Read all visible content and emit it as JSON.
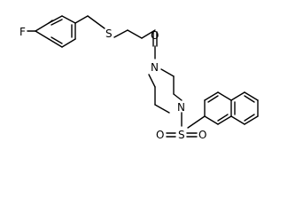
{
  "atoms": {
    "fluorine": "F",
    "sulfur_thioether": "S",
    "carbonyl_oxygen": "O",
    "piperazine_n1": "N",
    "piperazine_n4": "N",
    "sulfonyl_sulfur": "S",
    "sulfonyl_oxygen_left": "O",
    "sulfonyl_oxygen_right": "O"
  }
}
